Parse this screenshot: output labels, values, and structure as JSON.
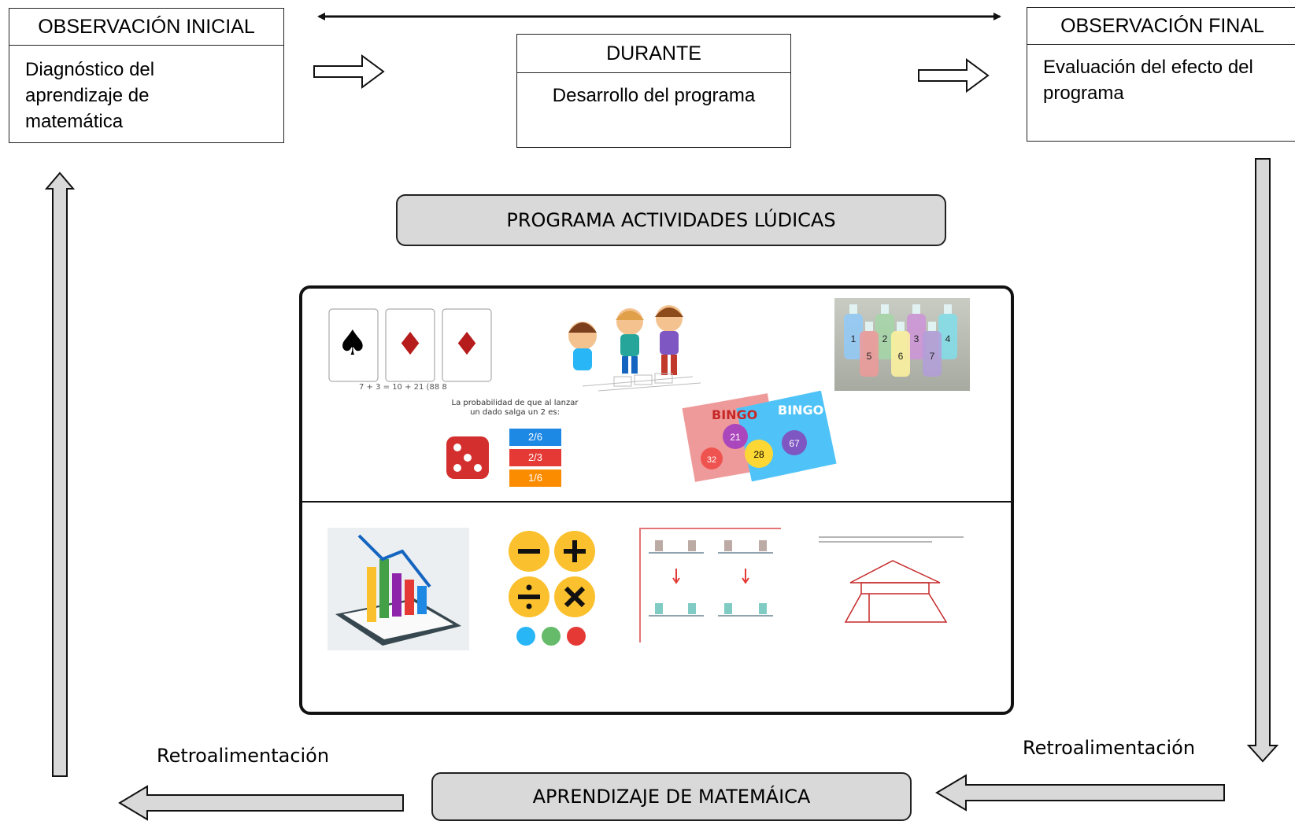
{
  "boxes": {
    "inicial": {
      "title": "OBSERVACIÓN INICIAL",
      "body": "Diagnóstico del aprendizaje de matemática"
    },
    "durante": {
      "title": "DURANTE",
      "body": "Desarrollo del programa"
    },
    "final": {
      "title": "OBSERVACIÓN FINAL",
      "body": "Evaluación del efecto del programa"
    }
  },
  "program_label": "PROGRAMA ACTIVIDADES LÚDICAS",
  "learning_label": "APRENDIZAJE DE MATEMÁICA",
  "feedback_left": "Retroalimentación",
  "feedback_right": "Retroalimentación",
  "images": {
    "cards_caption": "7 + 3 = 10 + 21 (88 8",
    "probability_question": "La probabilidad de que al lanzar un dado salga un 2 es:",
    "probability_options": [
      "2/6",
      "2/3",
      "1/6"
    ],
    "bingo_text": "BINGO",
    "bottle_numbers": [
      "1",
      "2",
      "3",
      "4",
      "5",
      "6",
      "7"
    ],
    "bingo_balls": [
      "21",
      "28",
      "67",
      "32"
    ]
  },
  "colors": {
    "pill_fill": "#d9d9d9",
    "arrow_fill": "#d9d9d9",
    "option_1": "#1e88e5",
    "option_2": "#e53935",
    "option_3": "#fb8c00"
  }
}
